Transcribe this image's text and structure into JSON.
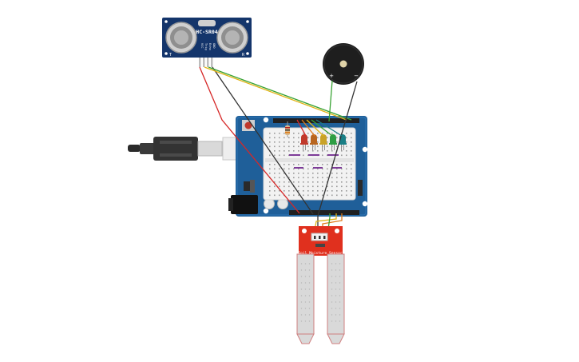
{
  "ultrasonic": {
    "model": "HC-SR04",
    "left_mark": "T",
    "right_mark": "R",
    "pins": [
      "VCC",
      "Trig",
      "Echo",
      "GND"
    ]
  },
  "buzzer": {
    "plus": "+",
    "minus": "−"
  },
  "soil_sensor": {
    "label": "Soil Moisture Sensor"
  },
  "led_colors": [
    "#c0392b",
    "#b8651f",
    "#c9a227",
    "#2e9e44",
    "#1a7f86"
  ],
  "colors": {
    "board": "#1f5f99",
    "sensor_board": "#14356b",
    "soil_board": "#e0301e",
    "wire_red": "#d62828",
    "wire_black": "#333333",
    "wire_green": "#3aa335",
    "wire_yellow": "#e2b416",
    "wire_orange": "#e07b1a"
  }
}
